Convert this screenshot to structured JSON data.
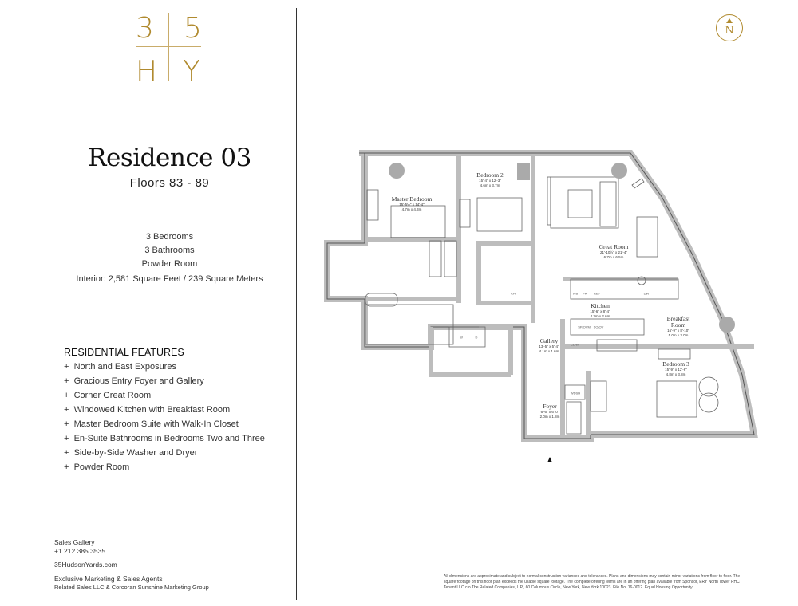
{
  "logo": {
    "top_left": "3",
    "top_right": "5",
    "bottom_left": "H",
    "bottom_right": "Y"
  },
  "compass": {
    "label": "N"
  },
  "residence": {
    "title": "Residence 03",
    "floors": "Floors 83 - 89"
  },
  "specs": [
    "3 Bedrooms",
    "3 Bathrooms",
    "Powder Room",
    "Interior: 2,581 Square Feet / 239 Square Meters"
  ],
  "features": {
    "heading": "RESIDENTIAL FEATURES",
    "bullet": "+",
    "items": [
      "North and East Exposures",
      "Gracious Entry Foyer and Gallery",
      "Corner Great Room",
      "Windowed Kitchen with Breakfast Room",
      "Master Bedroom Suite with Walk-In Closet",
      "En-Suite Bathrooms in Bedrooms Two and Three",
      "Side-by-Side Washer and Dryer",
      "Powder Room"
    ]
  },
  "footer": {
    "sales_label": "Sales Gallery",
    "phone": "+1 212 385 3535",
    "website": "35HudsonYards.com",
    "agents_label": "Exclusive Marketing & Sales Agents",
    "agents": "Related Sales LLC & Corcoran Sunshine Marketing Group"
  },
  "disclaimer": "All dimensions are approximate and subject to normal construction variances and tolerances. Plans and dimensions may contain minor variations from floor to floor. The square footage on this floor plan exceeds the usable square footage. The complete offering terms are in an offering plan available from Sponsor, ERY North Tower RHC Tenant LLC c/o The Related Companies, L.P., 60 Columbus Circle, New York, New York 10023. File No. 16-0012. Equal Housing Opportunity.",
  "rooms": [
    {
      "name": "Master Bedroom",
      "imperial": "15'-5½\" x 14'-4\"",
      "metric": "4.7m x 4.3m"
    },
    {
      "name": "Bedroom 2",
      "imperial": "15'-4\" x 12'-3\"",
      "metric": "4.6m x 3.7m"
    },
    {
      "name": "Great Room",
      "imperial": "21'-10½\" x 21'-4\"",
      "metric": "6.7m x 6.5m"
    },
    {
      "name": "Kitchen",
      "imperial": "15'-6\" x 8'-4\"",
      "metric": "4.7m x 2.6m"
    },
    {
      "name": "Breakfast Room",
      "imperial": "16'-9\" x 8'-10\"",
      "metric": "5.0m x 3.0m"
    },
    {
      "name": "Gallery",
      "imperial": "13'-5\" x 5'-4\"",
      "metric": "4.1m x 1.6m"
    },
    {
      "name": "Foyer",
      "imperial": "6'-6\" x 6'-0\"",
      "metric": "2.0m x 1.8m"
    },
    {
      "name": "Bedroom 3",
      "imperial": "15'-9\" x 12'-6\"",
      "metric": "4.8m x 3.8m"
    }
  ],
  "appliances": {
    "wd_w": "W",
    "wd_d": "D",
    "wine": "WB",
    "freezer": "FR",
    "fridge": "REF",
    "dw": "DW",
    "steam": "SP/OVM",
    "oven": "SO/OV",
    "micro": "CL/W",
    "ch": "CH",
    "wdsh": "WDSH"
  }
}
